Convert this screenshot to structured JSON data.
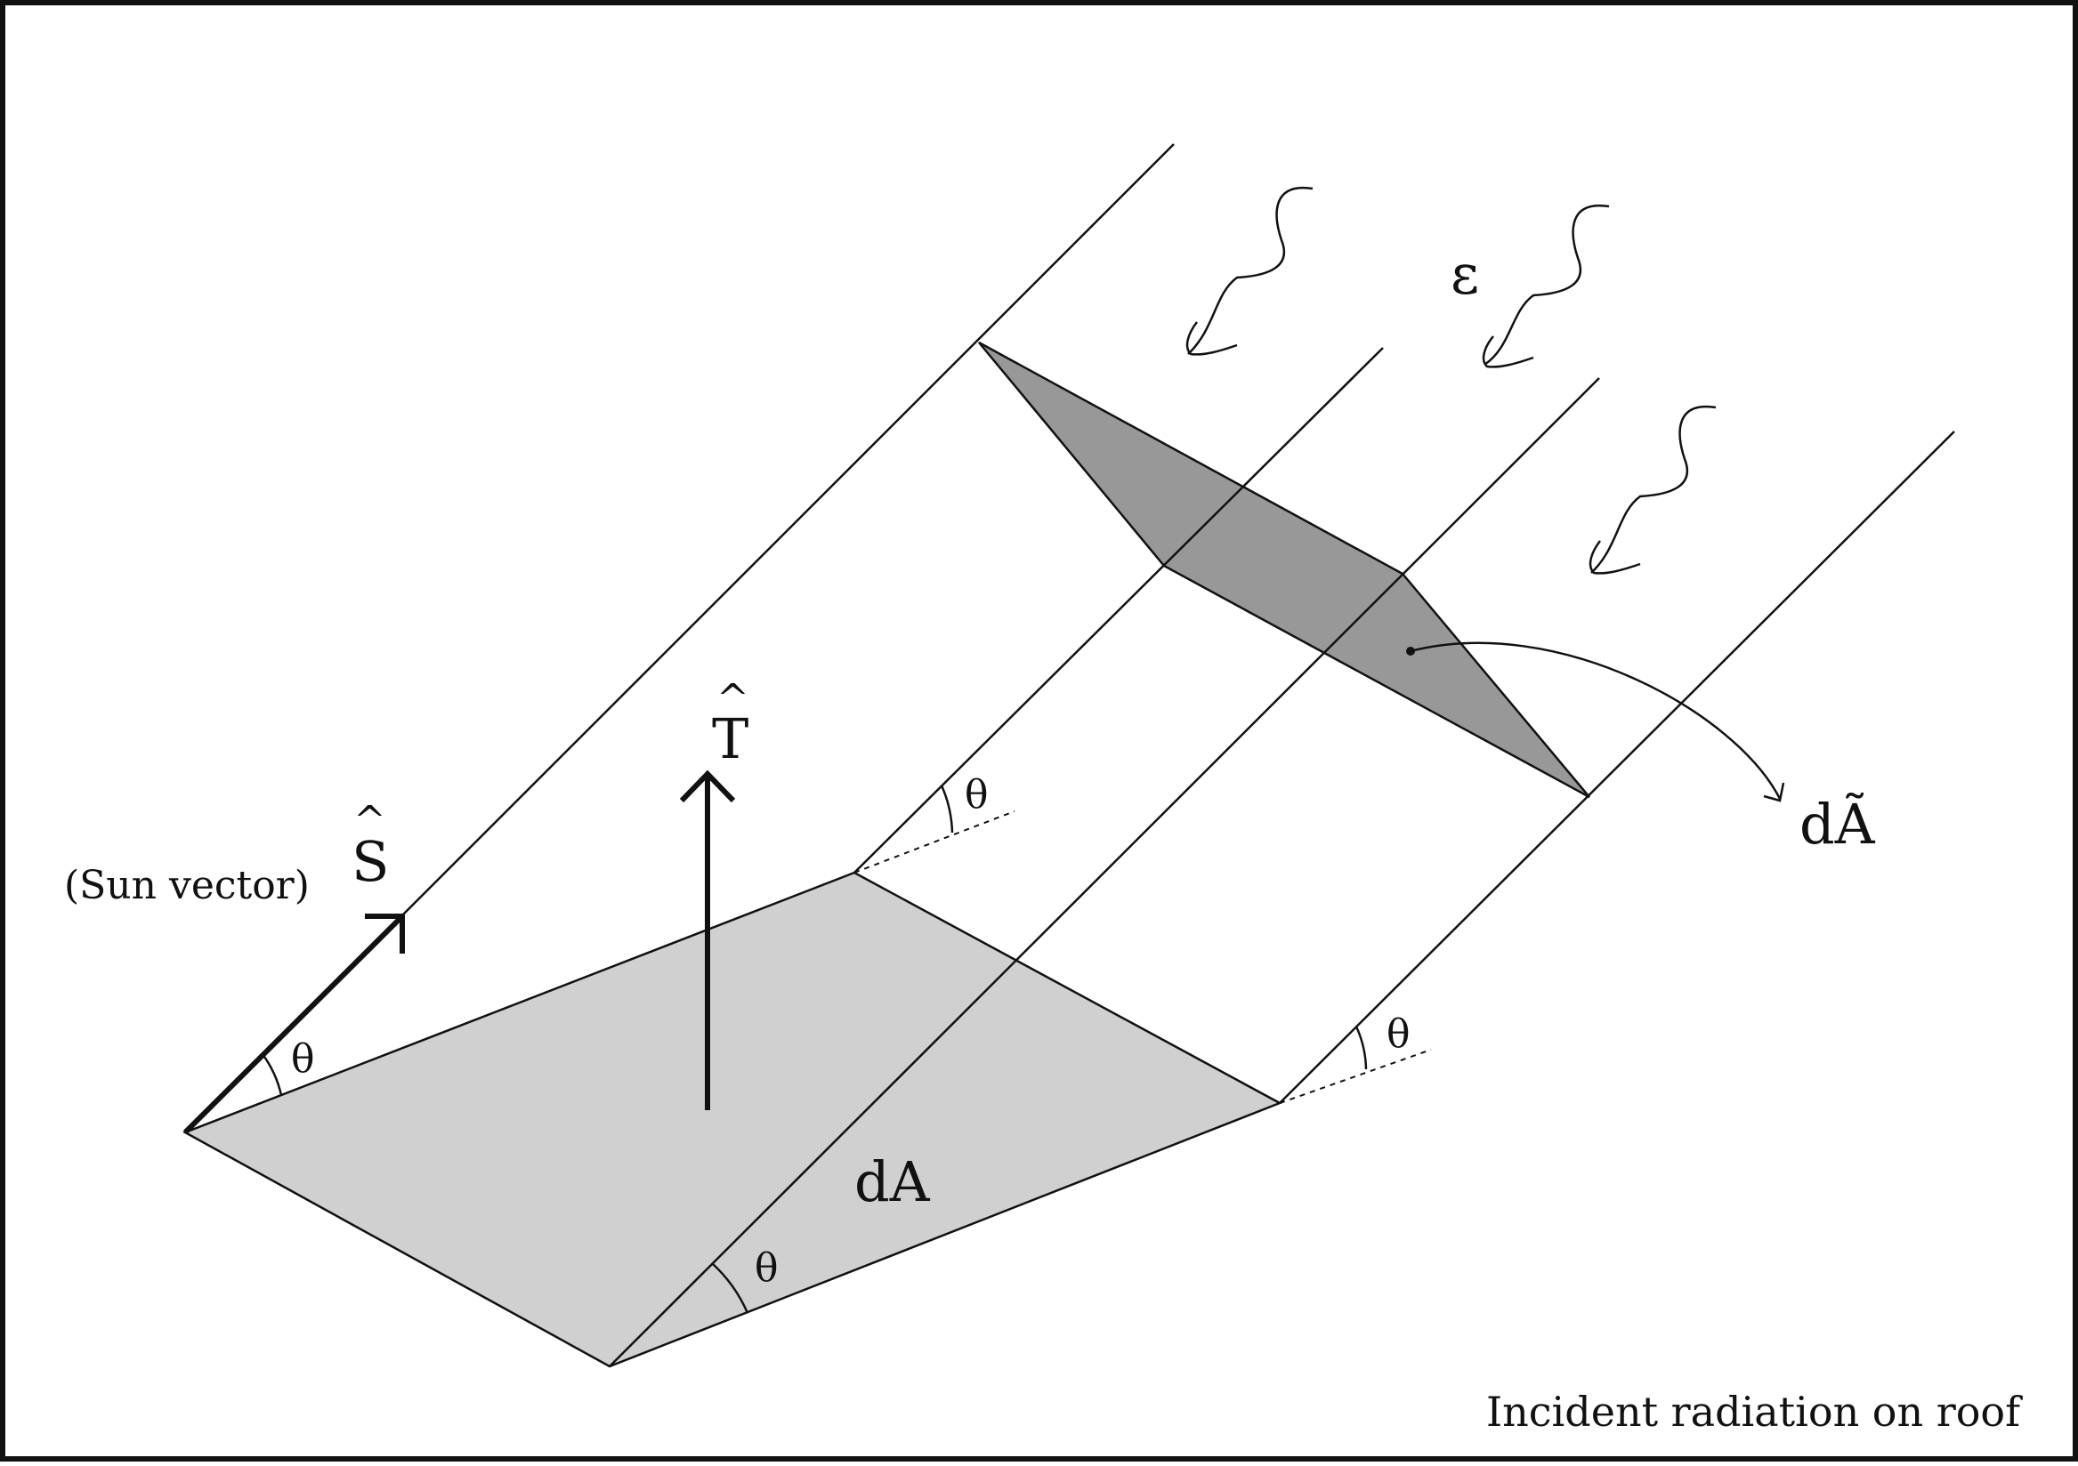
{
  "labels": {
    "sun_vector_note": "(Sun vector)",
    "s_hat": "S",
    "t_hat": "T",
    "hat_mark": "^",
    "theta": "θ",
    "dA": "dA",
    "dA_tilde": "dÃ",
    "epsilon": "ε",
    "caption": "Incident radiation on roof"
  },
  "colors": {
    "frame": "#111111",
    "roof_fill": "#d0d0d0",
    "projected_fill": "#989898",
    "background": "#ffffff"
  }
}
